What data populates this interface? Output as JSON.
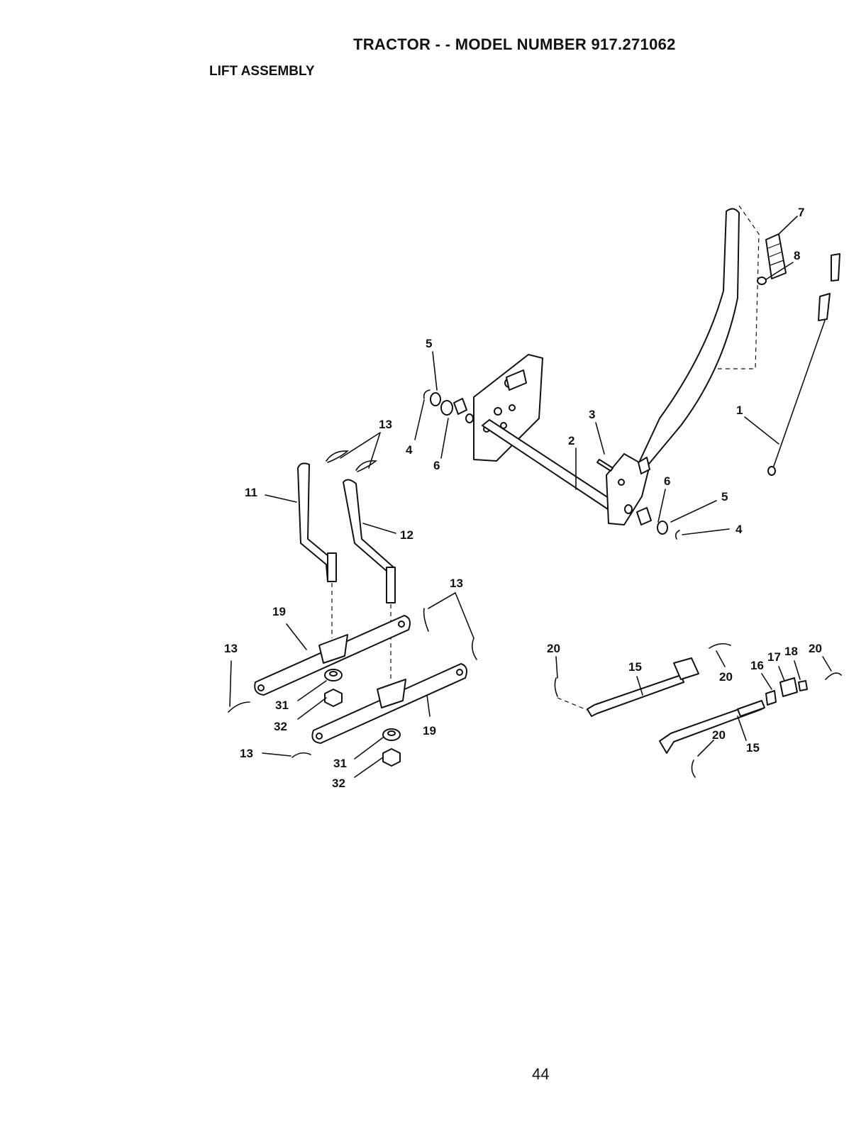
{
  "header": {
    "title": "TRACTOR - - MODEL NUMBER 917.271062",
    "section": "LIFT ASSEMBLY"
  },
  "callouts": {
    "c1": "1",
    "c2": "2",
    "c3": "3",
    "c4a": "4",
    "c4b": "4",
    "c5a": "5",
    "c5b": "5",
    "c6a": "6",
    "c6b": "6",
    "c7": "7",
    "c8": "8",
    "c11": "11",
    "c12": "12",
    "c13a": "13",
    "c13b": "13",
    "c13c": "13",
    "c13d": "13",
    "c15a": "15",
    "c15b": "15",
    "c16": "16",
    "c17": "17",
    "c18": "18",
    "c19a": "19",
    "c19b": "19",
    "c20a": "20",
    "c20b": "20",
    "c20c": "20",
    "c20d": "20",
    "c31a": "31",
    "c31b": "31",
    "c32a": "32",
    "c32b": "32"
  },
  "footer": {
    "page_number": "44"
  }
}
